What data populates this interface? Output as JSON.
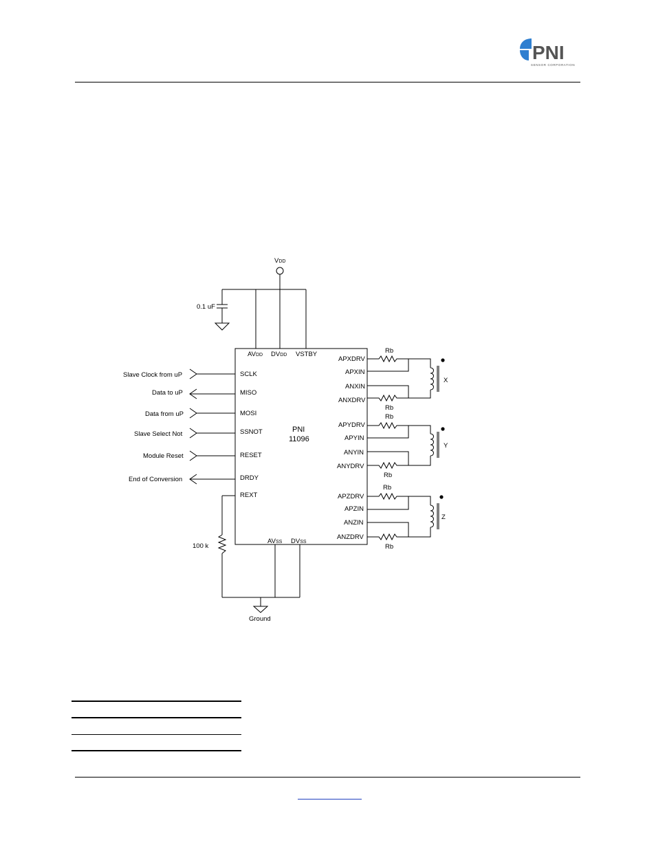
{
  "header": {
    "logo_text": "PNI",
    "logo_subtext": "SENSOR CORPORATION",
    "brand_color": "#2f7fd0"
  },
  "schematic": {
    "supply_label": "V",
    "supply_sub": "DD",
    "capacitor_label": "0.1 uF",
    "resistor_ext_label": "100 k",
    "ground_label": "Ground",
    "chip": {
      "name": "PNI",
      "part": "11096",
      "pins_top": [
        {
          "main": "AV",
          "sub": "DD"
        },
        {
          "main": "DV",
          "sub": "DD"
        },
        {
          "main": "VSTBY",
          "sub": ""
        }
      ],
      "pins_bottom": [
        {
          "main": "AV",
          "sub": "SS"
        },
        {
          "main": "DV",
          "sub": "SS"
        }
      ],
      "pins_left": [
        "SCLK",
        "MISO",
        "MOSI",
        "SSNOT",
        "RESET",
        "DRDY",
        "REXT"
      ],
      "pins_right": [
        "APXDRV",
        "APXIN",
        "ANXIN",
        "ANXDRV",
        "APYDRV",
        "APYIN",
        "ANYIN",
        "ANYDRV",
        "APZDRV",
        "APZIN",
        "ANZIN",
        "ANZDRV"
      ]
    },
    "signals": [
      "Slave Clock from uP",
      "Data to uP",
      "Data from uP",
      "Slave Select Not",
      "Module Reset",
      "End of Conversion"
    ],
    "resistor_label": "Rb",
    "axes": [
      "X",
      "Y",
      "Z"
    ]
  }
}
